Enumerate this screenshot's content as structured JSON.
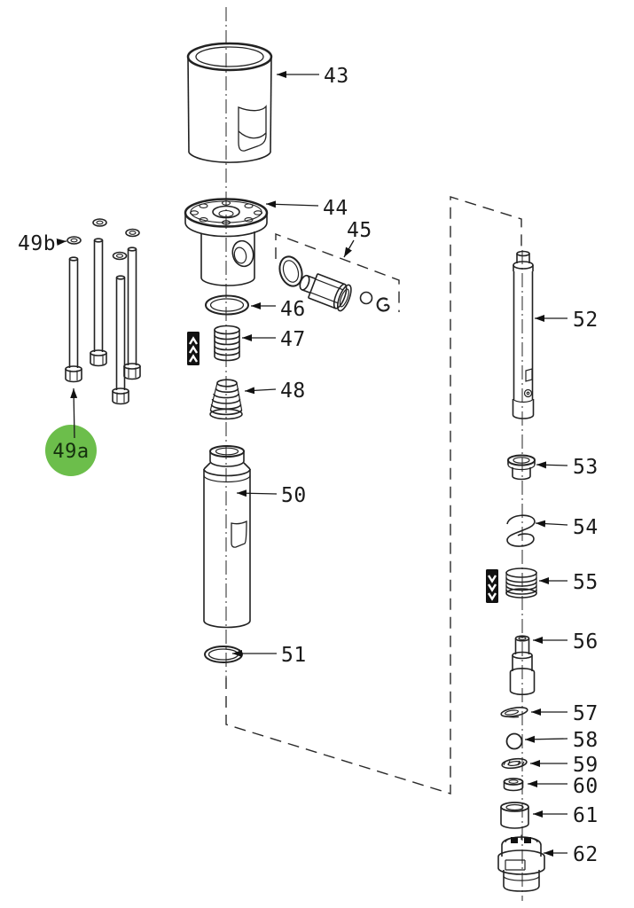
{
  "diagram": {
    "kind": "exploded-parts-diagram",
    "highlighted_part": "49a"
  },
  "colors": {
    "line": "#222222",
    "accent": "#6cbe4b",
    "accent_text": "#15300e",
    "label": "#1a1a1a",
    "label_accent": "#2f6b28",
    "leader_accent": "#4b8f3c"
  },
  "parts": {
    "43": "43",
    "44": "44",
    "45": "45",
    "46": "46",
    "47": "47",
    "48": "48",
    "49a": "49a",
    "49b": "49b",
    "50": "50",
    "51": "51",
    "52": "52",
    "53": "53",
    "54": "54",
    "55": "55",
    "56": "56",
    "57": "57",
    "58": "58",
    "59": "59",
    "60": "60",
    "61": "61",
    "62": "62"
  }
}
